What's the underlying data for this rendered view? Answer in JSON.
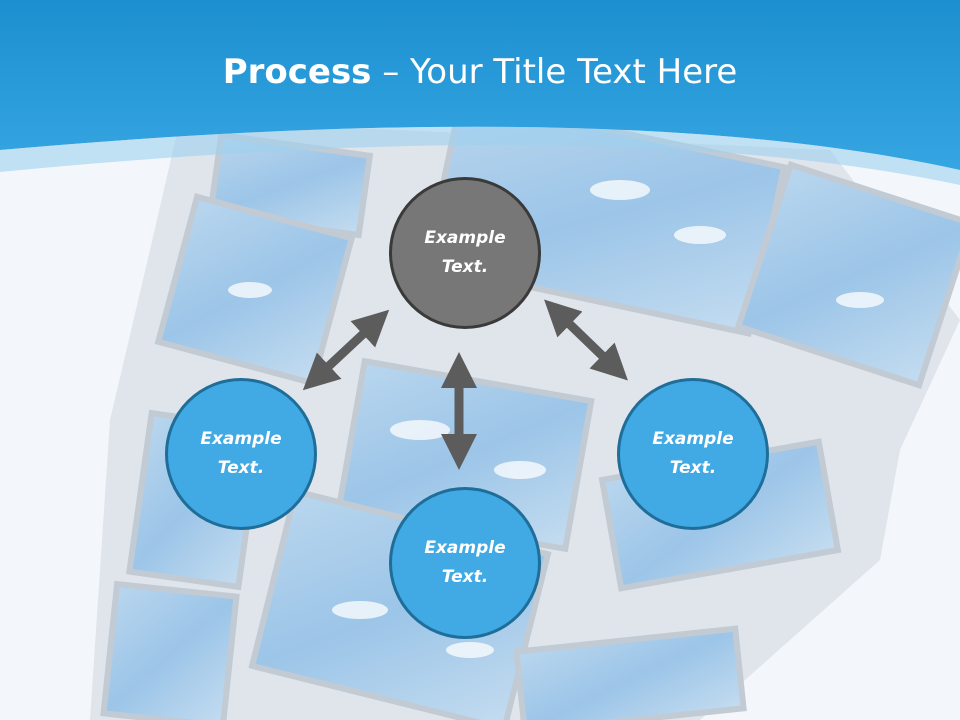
{
  "title": {
    "bold_part": "Process",
    "rest_part": " – Your Title Text Here"
  },
  "nodes": {
    "top": "Example\nText.",
    "left": "Example\nText.",
    "right": "Example\nText.",
    "bottom": "Example\nText."
  },
  "colors": {
    "header_blue": "#2a9ad6",
    "node_gray": "#777777",
    "node_blue": "#41a9e3",
    "arrow": "#5c5c5c"
  }
}
